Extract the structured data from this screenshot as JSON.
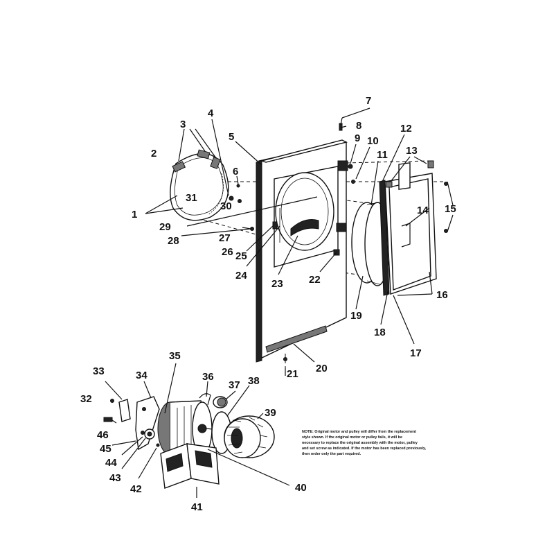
{
  "diagram": {
    "callouts": [
      {
        "n": "1"
      },
      {
        "n": "2"
      },
      {
        "n": "3"
      },
      {
        "n": "4"
      },
      {
        "n": "5"
      },
      {
        "n": "6"
      },
      {
        "n": "7"
      },
      {
        "n": "8"
      },
      {
        "n": "9"
      },
      {
        "n": "10"
      },
      {
        "n": "11"
      },
      {
        "n": "12"
      },
      {
        "n": "13"
      },
      {
        "n": "14"
      },
      {
        "n": "15"
      },
      {
        "n": "16"
      },
      {
        "n": "17"
      },
      {
        "n": "18"
      },
      {
        "n": "19"
      },
      {
        "n": "20"
      },
      {
        "n": "21"
      },
      {
        "n": "22"
      },
      {
        "n": "23"
      },
      {
        "n": "24"
      },
      {
        "n": "25"
      },
      {
        "n": "26"
      },
      {
        "n": "27"
      },
      {
        "n": "28"
      },
      {
        "n": "29"
      },
      {
        "n": "30"
      },
      {
        "n": "31"
      },
      {
        "n": "32"
      },
      {
        "n": "33"
      },
      {
        "n": "34"
      },
      {
        "n": "35"
      },
      {
        "n": "36"
      },
      {
        "n": "37"
      },
      {
        "n": "38"
      },
      {
        "n": "39"
      },
      {
        "n": "40"
      },
      {
        "n": "41"
      },
      {
        "n": "42"
      },
      {
        "n": "43"
      },
      {
        "n": "44"
      },
      {
        "n": "45"
      },
      {
        "n": "46"
      }
    ],
    "note_lines": [
      "NOTE: Original motor and pulley will differ from the replacement",
      "style shown. If the original motor or pulley fails, it will be",
      "necessary to replace the original assembly with the motor, pulley",
      "and set screw as indicated. If the motor has been replaced previously,",
      "then order only the part required."
    ]
  }
}
